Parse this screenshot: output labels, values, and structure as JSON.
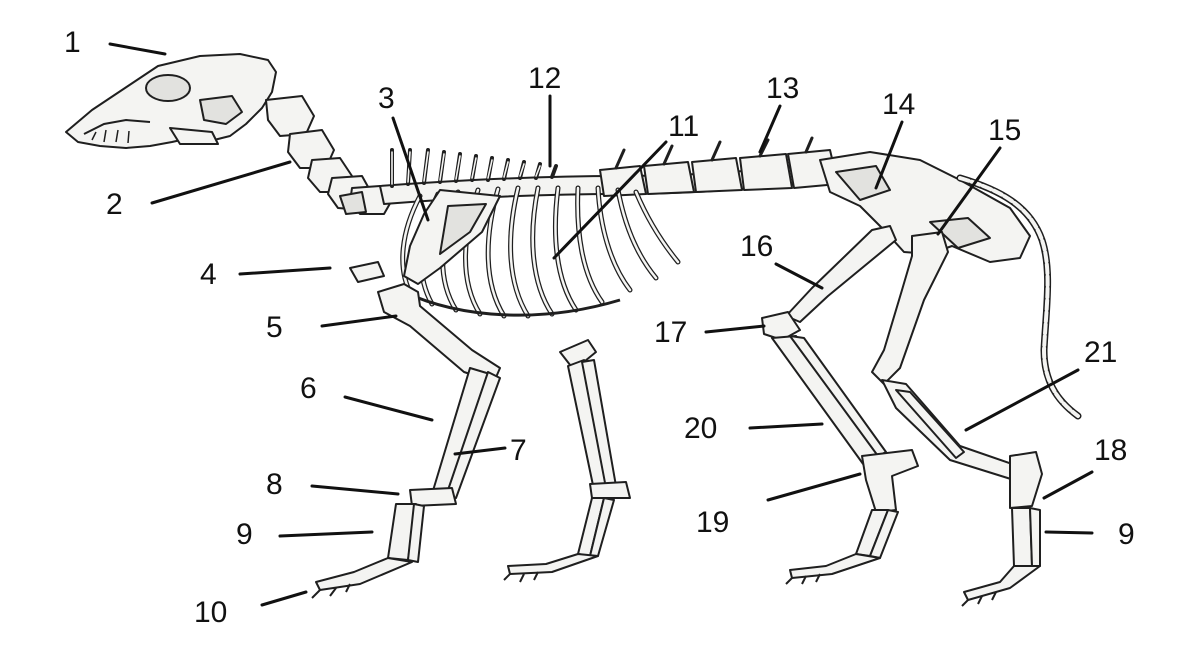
{
  "figure": {
    "subject": "Skeleton of a quadruped (dog) with numbered bone labels",
    "labels": {
      "n1": "1",
      "n2": "2",
      "n3": "3",
      "n4": "4",
      "n5": "5",
      "n6": "6",
      "n7": "7",
      "n8": "8",
      "n9a": "9",
      "n9b": "9",
      "n10": "10",
      "n11": "11",
      "n12": "12",
      "n13": "13",
      "n14": "14",
      "n15": "15",
      "n16": "16",
      "n17": "17",
      "n18": "18",
      "n19": "19",
      "n20": "20",
      "n21": "21"
    },
    "colors": {
      "bone_fill": "#f4f4f2",
      "bone_shade": "#e2e2df",
      "ink": "#1f1f1f",
      "background": "#ffffff"
    }
  }
}
